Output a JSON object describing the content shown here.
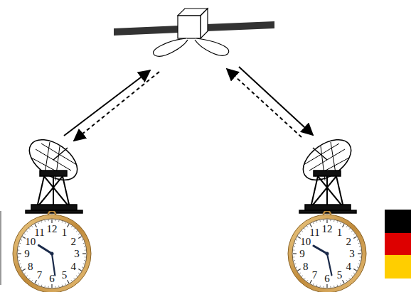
{
  "diagram": {
    "nodes": [
      {
        "text": [
          "12",
          "1",
          "2",
          "3",
          "4",
          "5",
          "6",
          "7",
          "8",
          "9",
          "10",
          "11"
        ]
      },
      {
        "text": [
          "12",
          "1",
          "2",
          "3",
          "4",
          "5",
          "6",
          "7",
          "8",
          "9",
          "10",
          "11"
        ]
      }
    ]
  }
}
